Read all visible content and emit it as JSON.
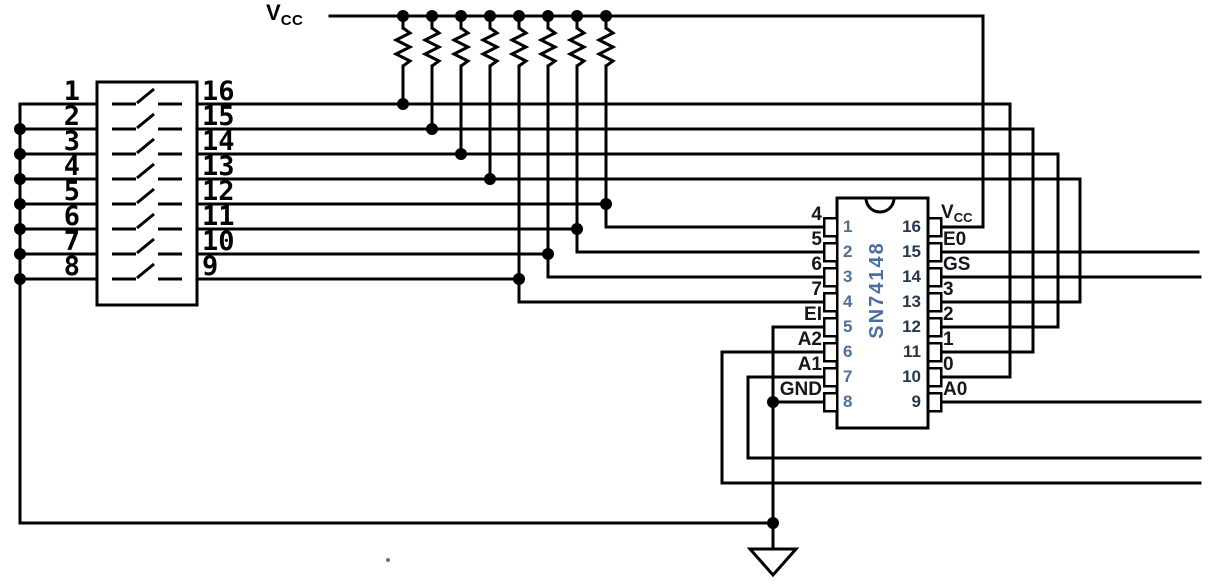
{
  "power_rail": {
    "label_base": "V",
    "label_sub": "CC"
  },
  "dip_switch": {
    "positions": 8,
    "left_pin_numbers": [
      "1",
      "2",
      "3",
      "4",
      "5",
      "6",
      "7",
      "8"
    ],
    "right_pin_numbers": [
      "16",
      "15",
      "14",
      "13",
      "12",
      "11",
      "10",
      "9"
    ]
  },
  "resistor_bank": {
    "count": 8
  },
  "encoder_ic": {
    "name": "SN74148",
    "left_pins": [
      {
        "number": "1",
        "label": "4"
      },
      {
        "number": "2",
        "label": "5"
      },
      {
        "number": "3",
        "label": "6"
      },
      {
        "number": "4",
        "label": "7"
      },
      {
        "number": "5",
        "label": "EI"
      },
      {
        "number": "6",
        "label": "A2"
      },
      {
        "number": "7",
        "label": "A1"
      },
      {
        "number": "8",
        "label": "GND"
      }
    ],
    "right_pins": [
      {
        "number": "16",
        "label_base": "V",
        "label_sub": "CC"
      },
      {
        "number": "15",
        "label": "E0"
      },
      {
        "number": "14",
        "label": "GS"
      },
      {
        "number": "13",
        "label": "3"
      },
      {
        "number": "12",
        "label": "2"
      },
      {
        "number": "11",
        "label": "1"
      },
      {
        "number": "10",
        "label": "0"
      },
      {
        "number": "9",
        "label": "A0"
      }
    ]
  },
  "icons": {
    "ground": "earth-ground-triangle",
    "ic_notch": "dip-package-notch",
    "switch_contact": "spst-switch-contact",
    "resistor": "zigzag-resistor"
  },
  "colors": {
    "line": "#000000",
    "background": "#ffffff",
    "ic_name_text": "#4a6fa0",
    "ic_pin_number_left": "#4f7099",
    "ic_pin_number_right": "#26384e",
    "label_text": "#14181d"
  }
}
